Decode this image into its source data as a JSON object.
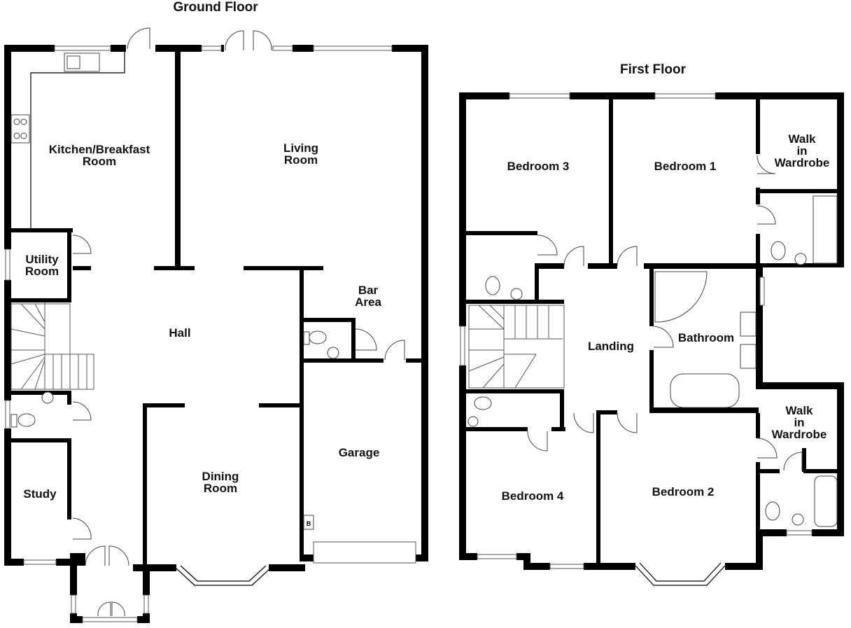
{
  "floors": [
    {
      "title": "Ground Floor",
      "rooms": [
        {
          "name": "Kitchen/Breakfast\nRoom"
        },
        {
          "name": "Living\nRoom"
        },
        {
          "name": "Utility\nRoom"
        },
        {
          "name": "Hall"
        },
        {
          "name": "Bar\nArea"
        },
        {
          "name": "Garage"
        },
        {
          "name": "Dining\nRoom"
        },
        {
          "name": "Study"
        }
      ],
      "boiler_mark": "B"
    },
    {
      "title": "First Floor",
      "rooms": [
        {
          "name": "Bedroom 3"
        },
        {
          "name": "Bedroom 1"
        },
        {
          "name": "Walk\nin\nWardrobe"
        },
        {
          "name": "Landing"
        },
        {
          "name": "Bathroom"
        },
        {
          "name": "Walk\nin\nWardrobe"
        },
        {
          "name": "Bedroom 4"
        },
        {
          "name": "Bedroom 2"
        }
      ]
    }
  ],
  "colors": {
    "wall": "#000000",
    "background": "#ffffff",
    "label": "#111111"
  }
}
